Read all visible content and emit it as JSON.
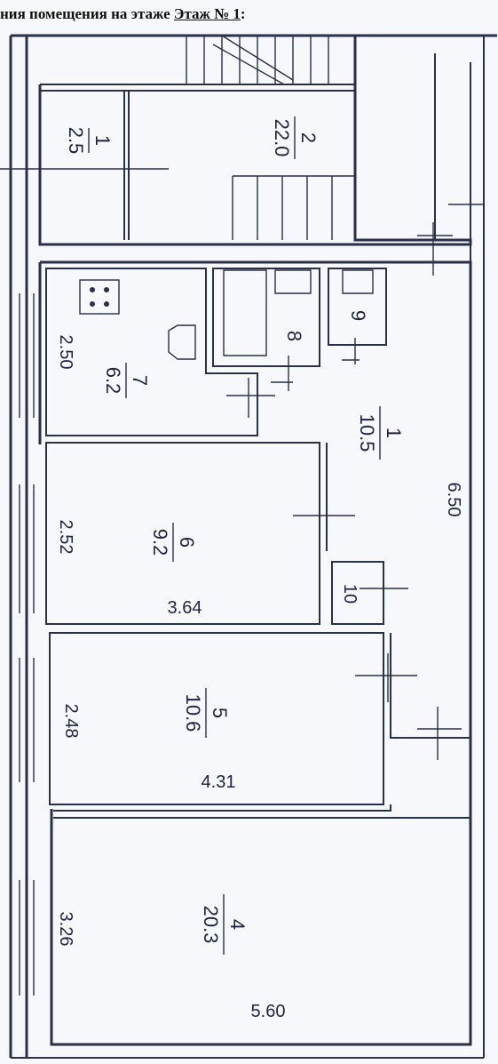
{
  "header": {
    "prefix": "ния помещения на этаже",
    "floor_link": "Этаж № 1",
    "suffix": ":"
  },
  "rooms": [
    {
      "id": "room-1-top",
      "number": "1",
      "area": "2.5"
    },
    {
      "id": "room-2",
      "number": "2",
      "area": "22.0"
    },
    {
      "id": "room-1-hall",
      "number": "1",
      "area": "10.5"
    },
    {
      "id": "room-7",
      "number": "7",
      "area": "6.2"
    },
    {
      "id": "room-8",
      "number": "8",
      "area": ""
    },
    {
      "id": "room-9",
      "number": "9",
      "area": ""
    },
    {
      "id": "room-6",
      "number": "6",
      "area": "9.2"
    },
    {
      "id": "room-10",
      "number": "10",
      "area": ""
    },
    {
      "id": "room-5",
      "number": "5",
      "area": "10.6"
    },
    {
      "id": "room-4",
      "number": "4",
      "area": "20.3"
    }
  ],
  "dimensions": {
    "d_2_50": "2.50",
    "d_6_50": "6.50",
    "d_2_52": "2.52",
    "d_3_64": "3.64",
    "d_2_48": "2.48",
    "d_4_31": "4.31",
    "d_3_26": "3.26",
    "d_5_60": "5.60"
  },
  "colors": {
    "ink": "#2a2f4a",
    "paper": "#f7f8fb"
  }
}
